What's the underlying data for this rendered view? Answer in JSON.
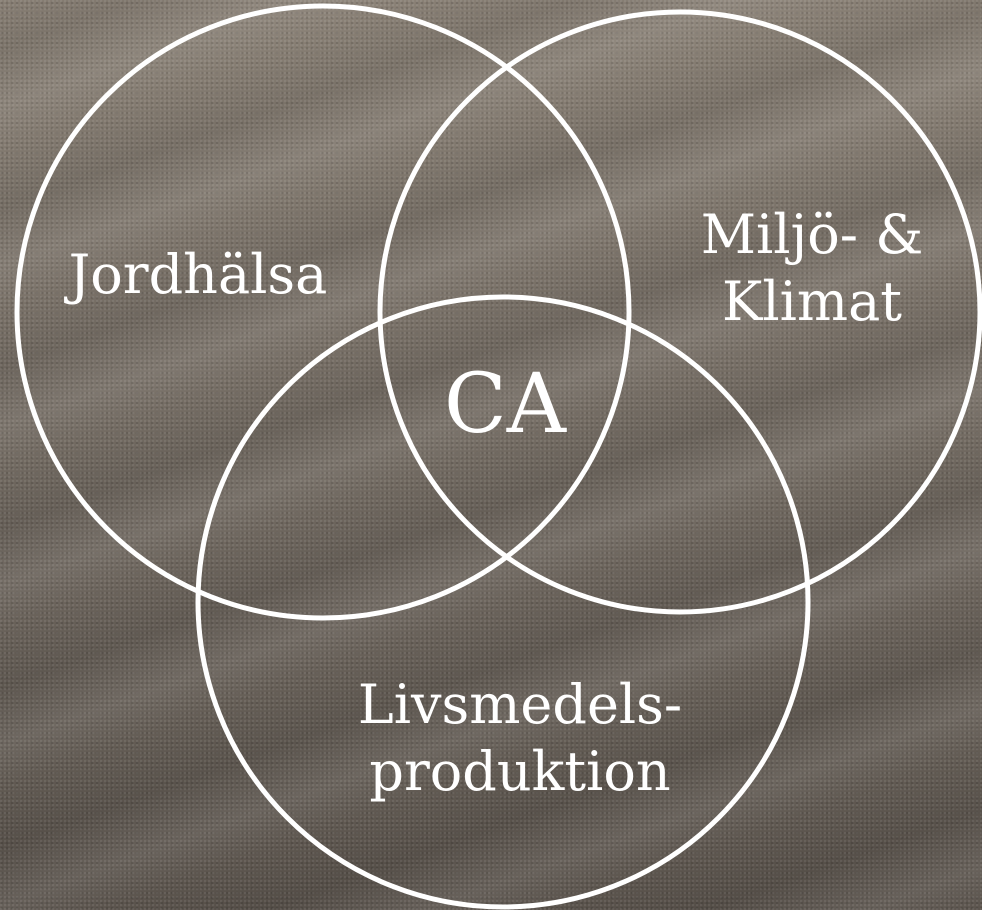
{
  "diagram": {
    "stroke_color": "#ffffff",
    "labels": {
      "top_left": "Jordhälsa",
      "top_right_line1": "Miljö- &",
      "top_right_line2": "Klimat",
      "bottom_line1": "Livsmedels-",
      "bottom_line2": "produktion",
      "center": "CA"
    }
  }
}
